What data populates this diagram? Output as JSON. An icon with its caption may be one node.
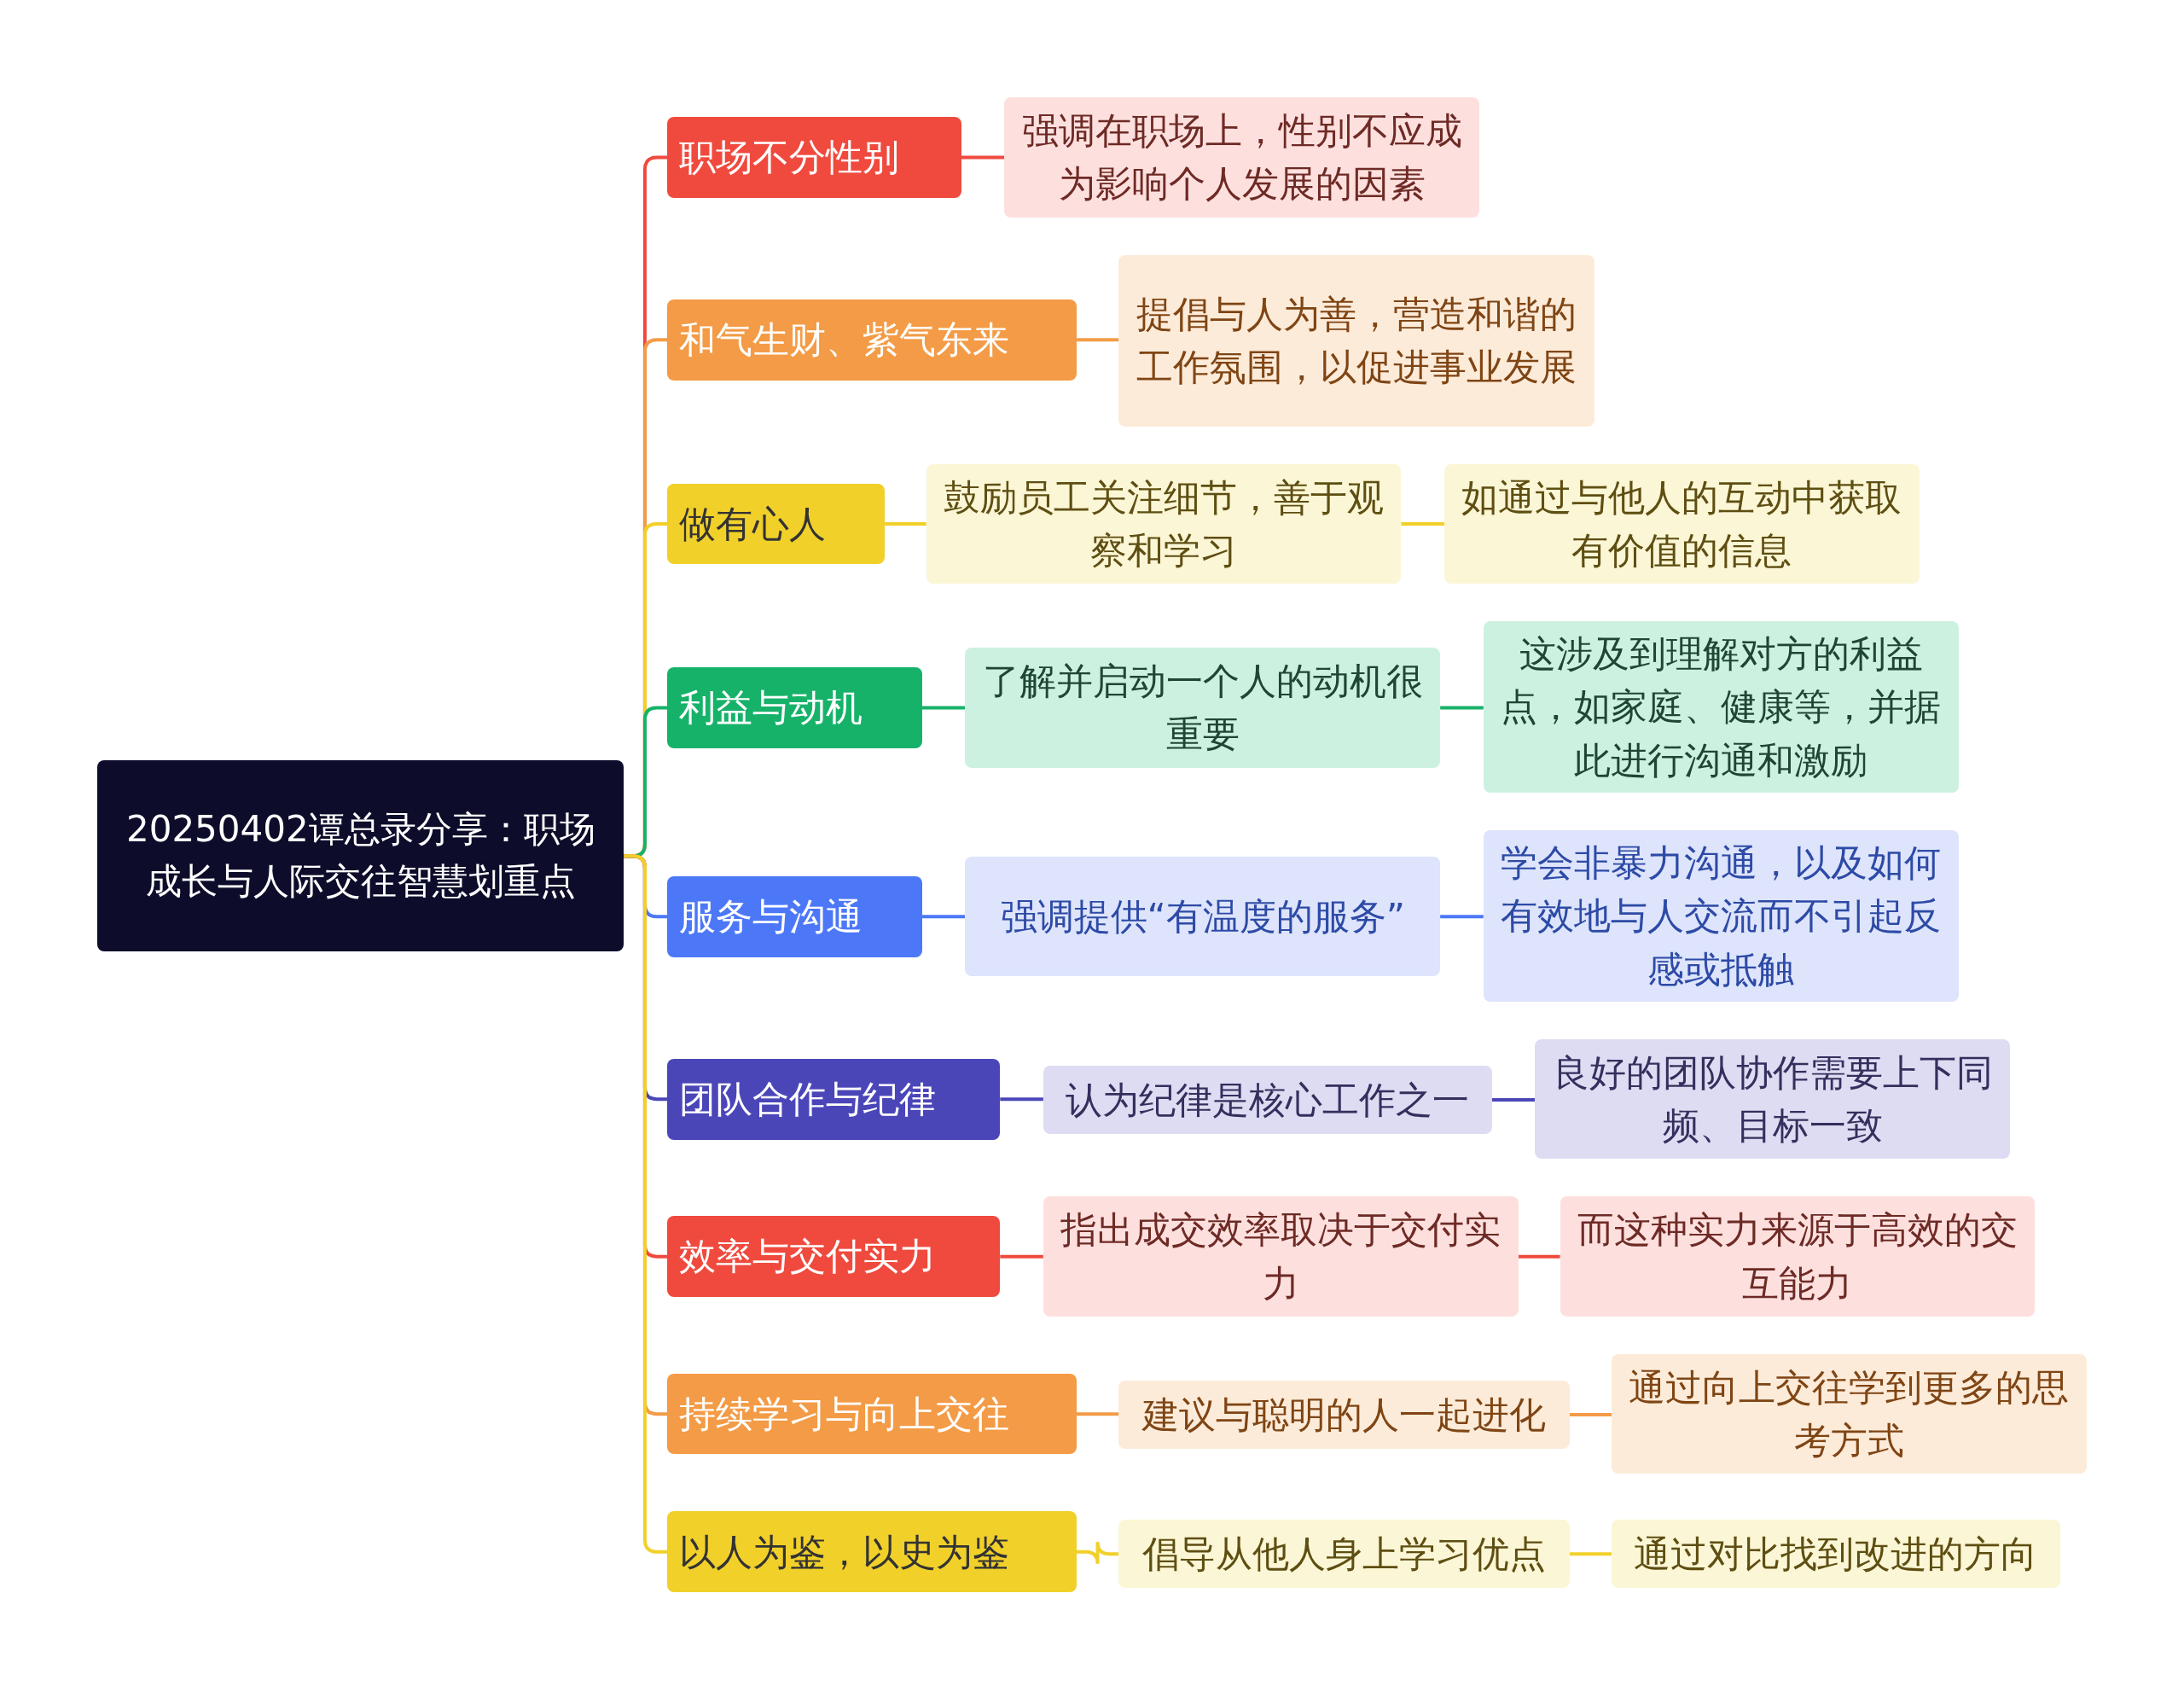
{
  "diagram": {
    "nodes": [
      {
        "text": [
          "20250402谭总录分享：职场成长与人际交往智慧划重点"
        ]
      },
      {
        "text": [
          "职场不分性别"
        ]
      },
      {
        "text": [
          "强调在职场上，性别不应成为影响个人发展的因素"
        ]
      },
      {
        "text": [
          "和气生财、紫气东来"
        ]
      },
      {
        "text": [
          "提倡与人为善，营造和谐的工作氛围，以促进事业发展"
        ]
      },
      {
        "text": [
          "做有心人"
        ]
      },
      {
        "text": [
          "鼓励员工关注细节，善于观察和学习"
        ]
      },
      {
        "text": [
          "如通过与他人的互动中获取有价值的信息"
        ]
      },
      {
        "text": [
          "利益与动机"
        ]
      },
      {
        "text": [
          "了解并启动一个人的动机很重要"
        ]
      },
      {
        "text": [
          "这涉及到理解对方的利益点，如家庭、健康等，并据此进行沟通和激励"
        ]
      },
      {
        "text": [
          "服务与沟通"
        ]
      },
      {
        "text": [
          "强调提供“有温度的服务”"
        ]
      },
      {
        "text": [
          "学会非暴力沟通，以及如何有效地与人交流而不引起反感或抵触"
        ]
      },
      {
        "text": [
          "团队合作与纪律"
        ]
      },
      {
        "text": [
          "认为纪律是核心工作之一"
        ]
      },
      {
        "text": [
          "良好的团队协作需要上下同频、目标一致"
        ]
      },
      {
        "text": [
          "效率与交付实力"
        ]
      },
      {
        "text": [
          "指出成交效率取决于交付实力"
        ]
      },
      {
        "text": [
          "而这种实力来源于高效的交互能力"
        ]
      },
      {
        "text": [
          "持续学习与向上交往"
        ]
      },
      {
        "text": [
          "建议与聪明的人一起进化"
        ]
      },
      {
        "text": [
          "通过向上交往学到更多的思考方式"
        ]
      },
      {
        "text": [
          "以人为鉴，以史为鉴"
        ]
      },
      {
        "text": [
          "倡导从他人身上学习优点"
        ]
      },
      {
        "text": [
          "通过对比找到改进的方向"
        ]
      }
    ],
    "edges": [
      {
        "from": 0,
        "to": 1,
        "arrow": "none",
        "color": "#f04a3e"
      },
      {
        "from": 1,
        "to": 2,
        "arrow": "none",
        "color": "#f04a3e"
      },
      {
        "from": 0,
        "to": 3,
        "arrow": "none",
        "color": "#f39b46"
      },
      {
        "from": 3,
        "to": 4,
        "arrow": "none",
        "color": "#f39b46"
      },
      {
        "from": 0,
        "to": 5,
        "arrow": "none",
        "color": "#f1d02a"
      },
      {
        "from": 5,
        "to": 6,
        "arrow": "none",
        "color": "#f1d02a"
      },
      {
        "from": 6,
        "to": 7,
        "arrow": "none",
        "color": "#f1d02a"
      },
      {
        "from": 0,
        "to": 8,
        "arrow": "none",
        "color": "#17b26a"
      },
      {
        "from": 8,
        "to": 9,
        "arrow": "none",
        "color": "#17b26a"
      },
      {
        "from": 9,
        "to": 10,
        "arrow": "none",
        "color": "#17b26a"
      },
      {
        "from": 0,
        "to": 11,
        "arrow": "none",
        "color": "#4c78f7"
      },
      {
        "from": 11,
        "to": 12,
        "arrow": "none",
        "color": "#4c78f7"
      },
      {
        "from": 12,
        "to": 13,
        "arrow": "none",
        "color": "#4c78f7"
      },
      {
        "from": 0,
        "to": 14,
        "arrow": "none",
        "color": "#4b46b8"
      },
      {
        "from": 14,
        "to": 15,
        "arrow": "none",
        "color": "#4b46b8"
      },
      {
        "from": 15,
        "to": 16,
        "arrow": "none",
        "color": "#4b46b8"
      },
      {
        "from": 0,
        "to": 17,
        "arrow": "none",
        "color": "#f04a3e"
      },
      {
        "from": 17,
        "to": 18,
        "arrow": "none",
        "color": "#f04a3e"
      },
      {
        "from": 18,
        "to": 19,
        "arrow": "none",
        "color": "#f04a3e"
      },
      {
        "from": 0,
        "to": 20,
        "arrow": "none",
        "color": "#f39b46"
      },
      {
        "from": 20,
        "to": 21,
        "arrow": "none",
        "color": "#f39b46"
      },
      {
        "from": 21,
        "to": 22,
        "arrow": "none",
        "color": "#f39b46"
      },
      {
        "from": 0,
        "to": 23,
        "arrow": "none",
        "color": "#f1d02a"
      },
      {
        "from": 23,
        "to": 24,
        "arrow": "none",
        "color": "#f1d02a"
      },
      {
        "from": 24,
        "to": 25,
        "arrow": "none",
        "color": "#f1d02a"
      }
    ]
  }
}
